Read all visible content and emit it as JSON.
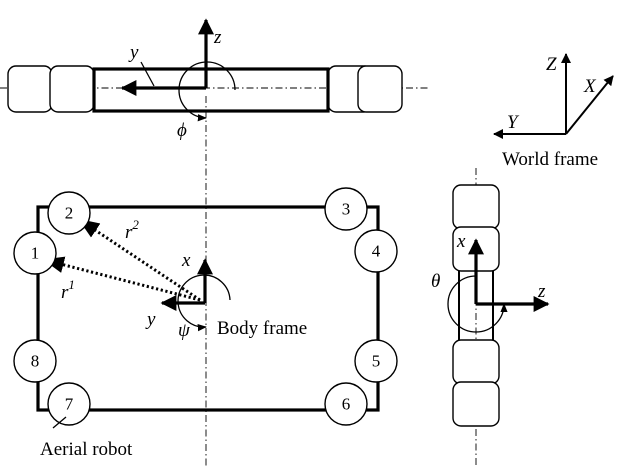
{
  "labels": {
    "world_frame": "World frame",
    "body_frame": "Body frame",
    "aerial_robot": "Aerial robot"
  },
  "world_axes": {
    "x": "X",
    "y": "Y",
    "z": "Z"
  },
  "side_view_axes": {
    "y": "y",
    "z": "z",
    "angle": "ϕ"
  },
  "top_view_axes": {
    "x": "x",
    "y": "y",
    "angle": "ψ"
  },
  "front_view_axes": {
    "x": "x",
    "z": "z",
    "angle": "θ"
  },
  "position_vectors": [
    {
      "base": "r",
      "sup": "1"
    },
    {
      "base": "r",
      "sup": "2"
    }
  ],
  "rotors": [
    "1",
    "2",
    "3",
    "4",
    "5",
    "6",
    "7",
    "8"
  ]
}
